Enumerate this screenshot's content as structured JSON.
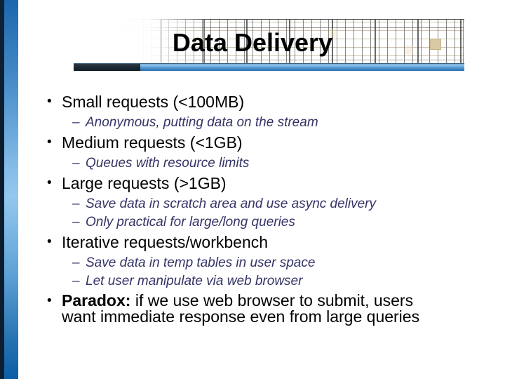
{
  "slide": {
    "title": "Data Delivery",
    "bullet_glyph": "•",
    "sub_glyph": "–",
    "bullets": [
      {
        "label": "Small requests (<100MB)",
        "subs": [
          "Anonymous, putting data on the stream"
        ]
      },
      {
        "label": "Medium requests (<1GB)",
        "subs": [
          "Queues with resource limits"
        ]
      },
      {
        "label": "Large requests (>1GB)",
        "subs": [
          "Save data in scratch area and use async delivery",
          "Only practical for large/long queries"
        ]
      },
      {
        "label": "Iterative requests/workbench",
        "subs": [
          "Save data in temp tables in user space",
          "Let user manipulate via web browser"
        ]
      },
      {
        "bold_prefix": "Paradox:",
        "label": " if we use web browser to submit, users want immediate response even from large queries",
        "subs": []
      }
    ],
    "colors": {
      "title_text": "#000000",
      "body_text": "#000000",
      "sub_text": "#333366",
      "rule_blue": "#4e93cd",
      "rule_dark_segment": "#16222c",
      "left_bar_blue": "#2f74b4",
      "left_bar_dark": "#0e2136",
      "grid_line_dark": "#3f3f3f",
      "grid_line_light": "#cfc8ba",
      "grid_accent_square": "#d9c9a4"
    }
  }
}
